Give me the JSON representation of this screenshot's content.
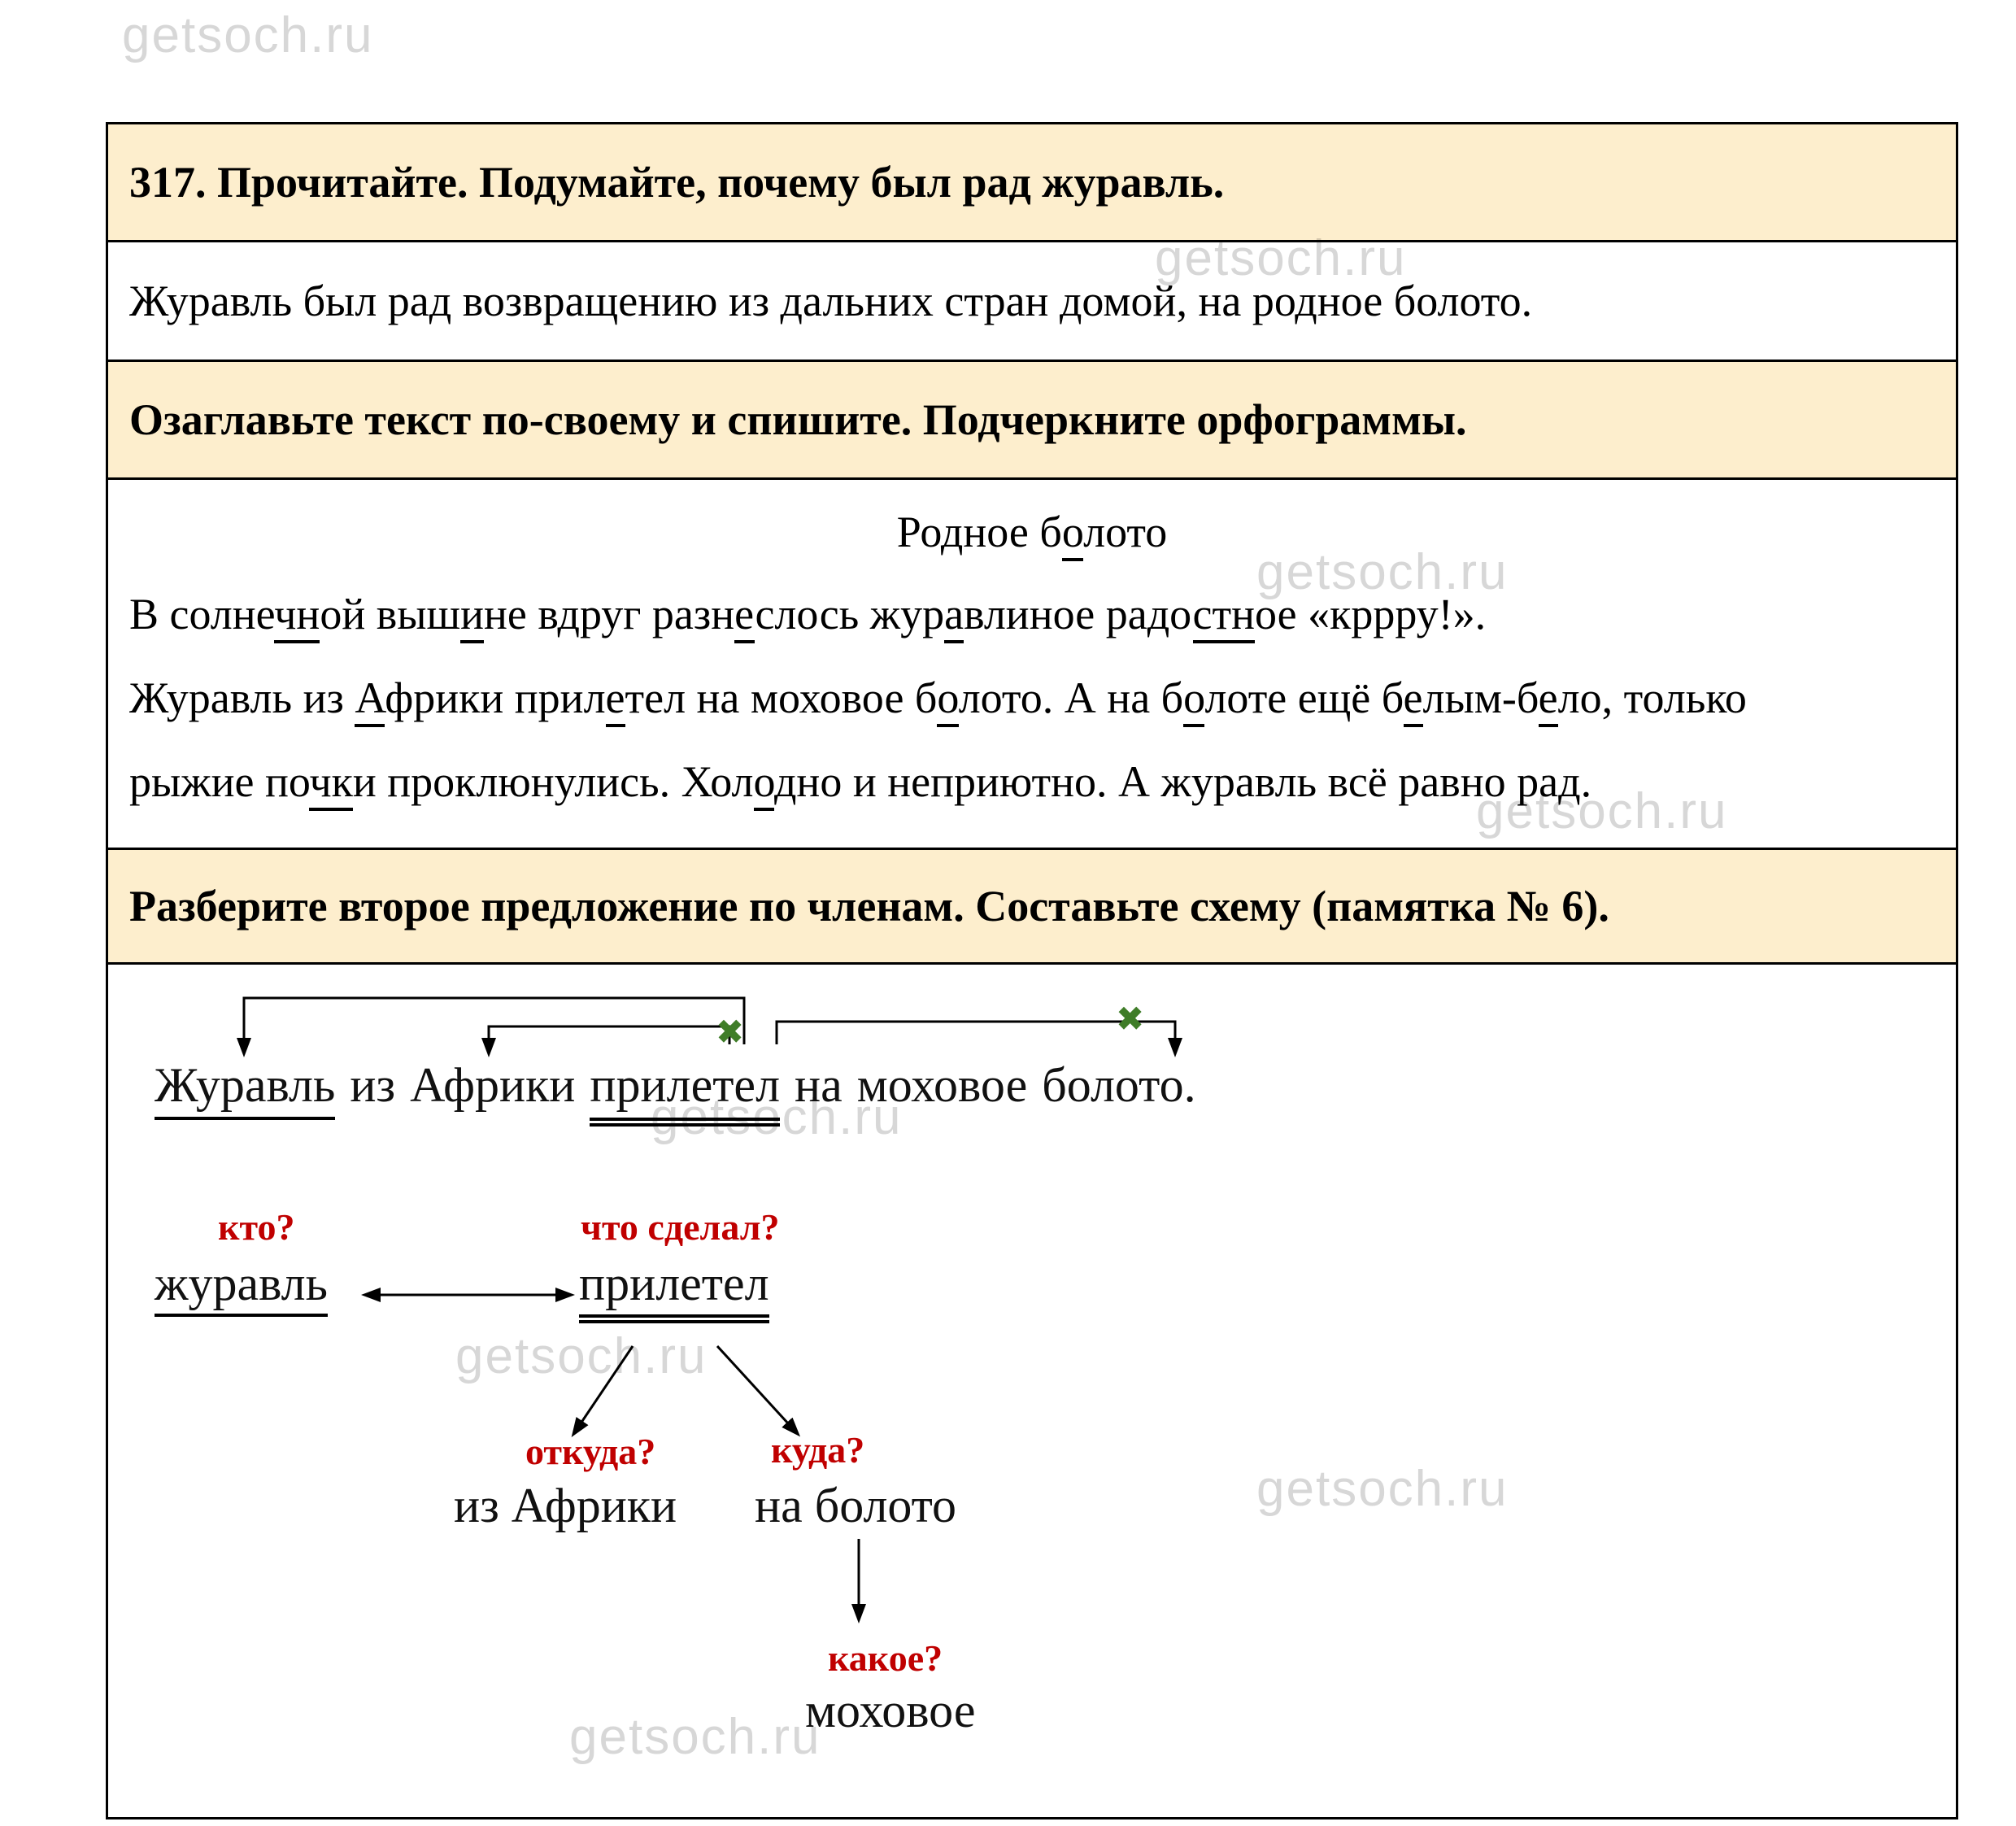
{
  "watermark": "getsoch.ru",
  "colors": {
    "task_bg": "#fdeecd",
    "question_red": "#c00000",
    "x_green": "#3f7d28",
    "watermark_gray": "#d7d7d7"
  },
  "table": {
    "task1": "317. Прочитайте. Подумайте, почему был рад журавль.",
    "answer1": "Журавль был рад возвращению из дальних стран домой, на родное болото.",
    "task2": "Озаглавьте текст по-своему и спишите. Подчеркните орфограммы.",
    "answer2": {
      "title": "Родное б[о]лото",
      "lines": [
        "В солне[чн]ой выш[и]не вдруг разн[е]слось жур[а]влиное радо[стн]ое «кррру!».",
        "Журавль из [А]фрики прил[е]тел на моховое б[о]лото. А на б[о]лоте ещё б[е]лым-б[е]ло, только",
        "рыжие по[чк]и проклюнулись. Хол[о]дно и неприютно. А журавль всё равно рад."
      ]
    },
    "task3": "Разберите второе предложение по членам. Составьте схему (памятка № 6)."
  },
  "diagram": {
    "x_mark": "✖",
    "sentence": {
      "words": [
        "Журавль",
        "из",
        "Африки",
        "прилетел",
        "на",
        "моховое",
        "болото."
      ]
    },
    "schema": {
      "q_who": "кто?",
      "who": "журавль",
      "q_what": "что сделал?",
      "what": "прилетел",
      "q_from": "откуда?",
      "from_phrase": "из Африки",
      "q_to": "куда?",
      "to_phrase": "на болото",
      "q_which": "какое?",
      "which": "моховое"
    }
  }
}
